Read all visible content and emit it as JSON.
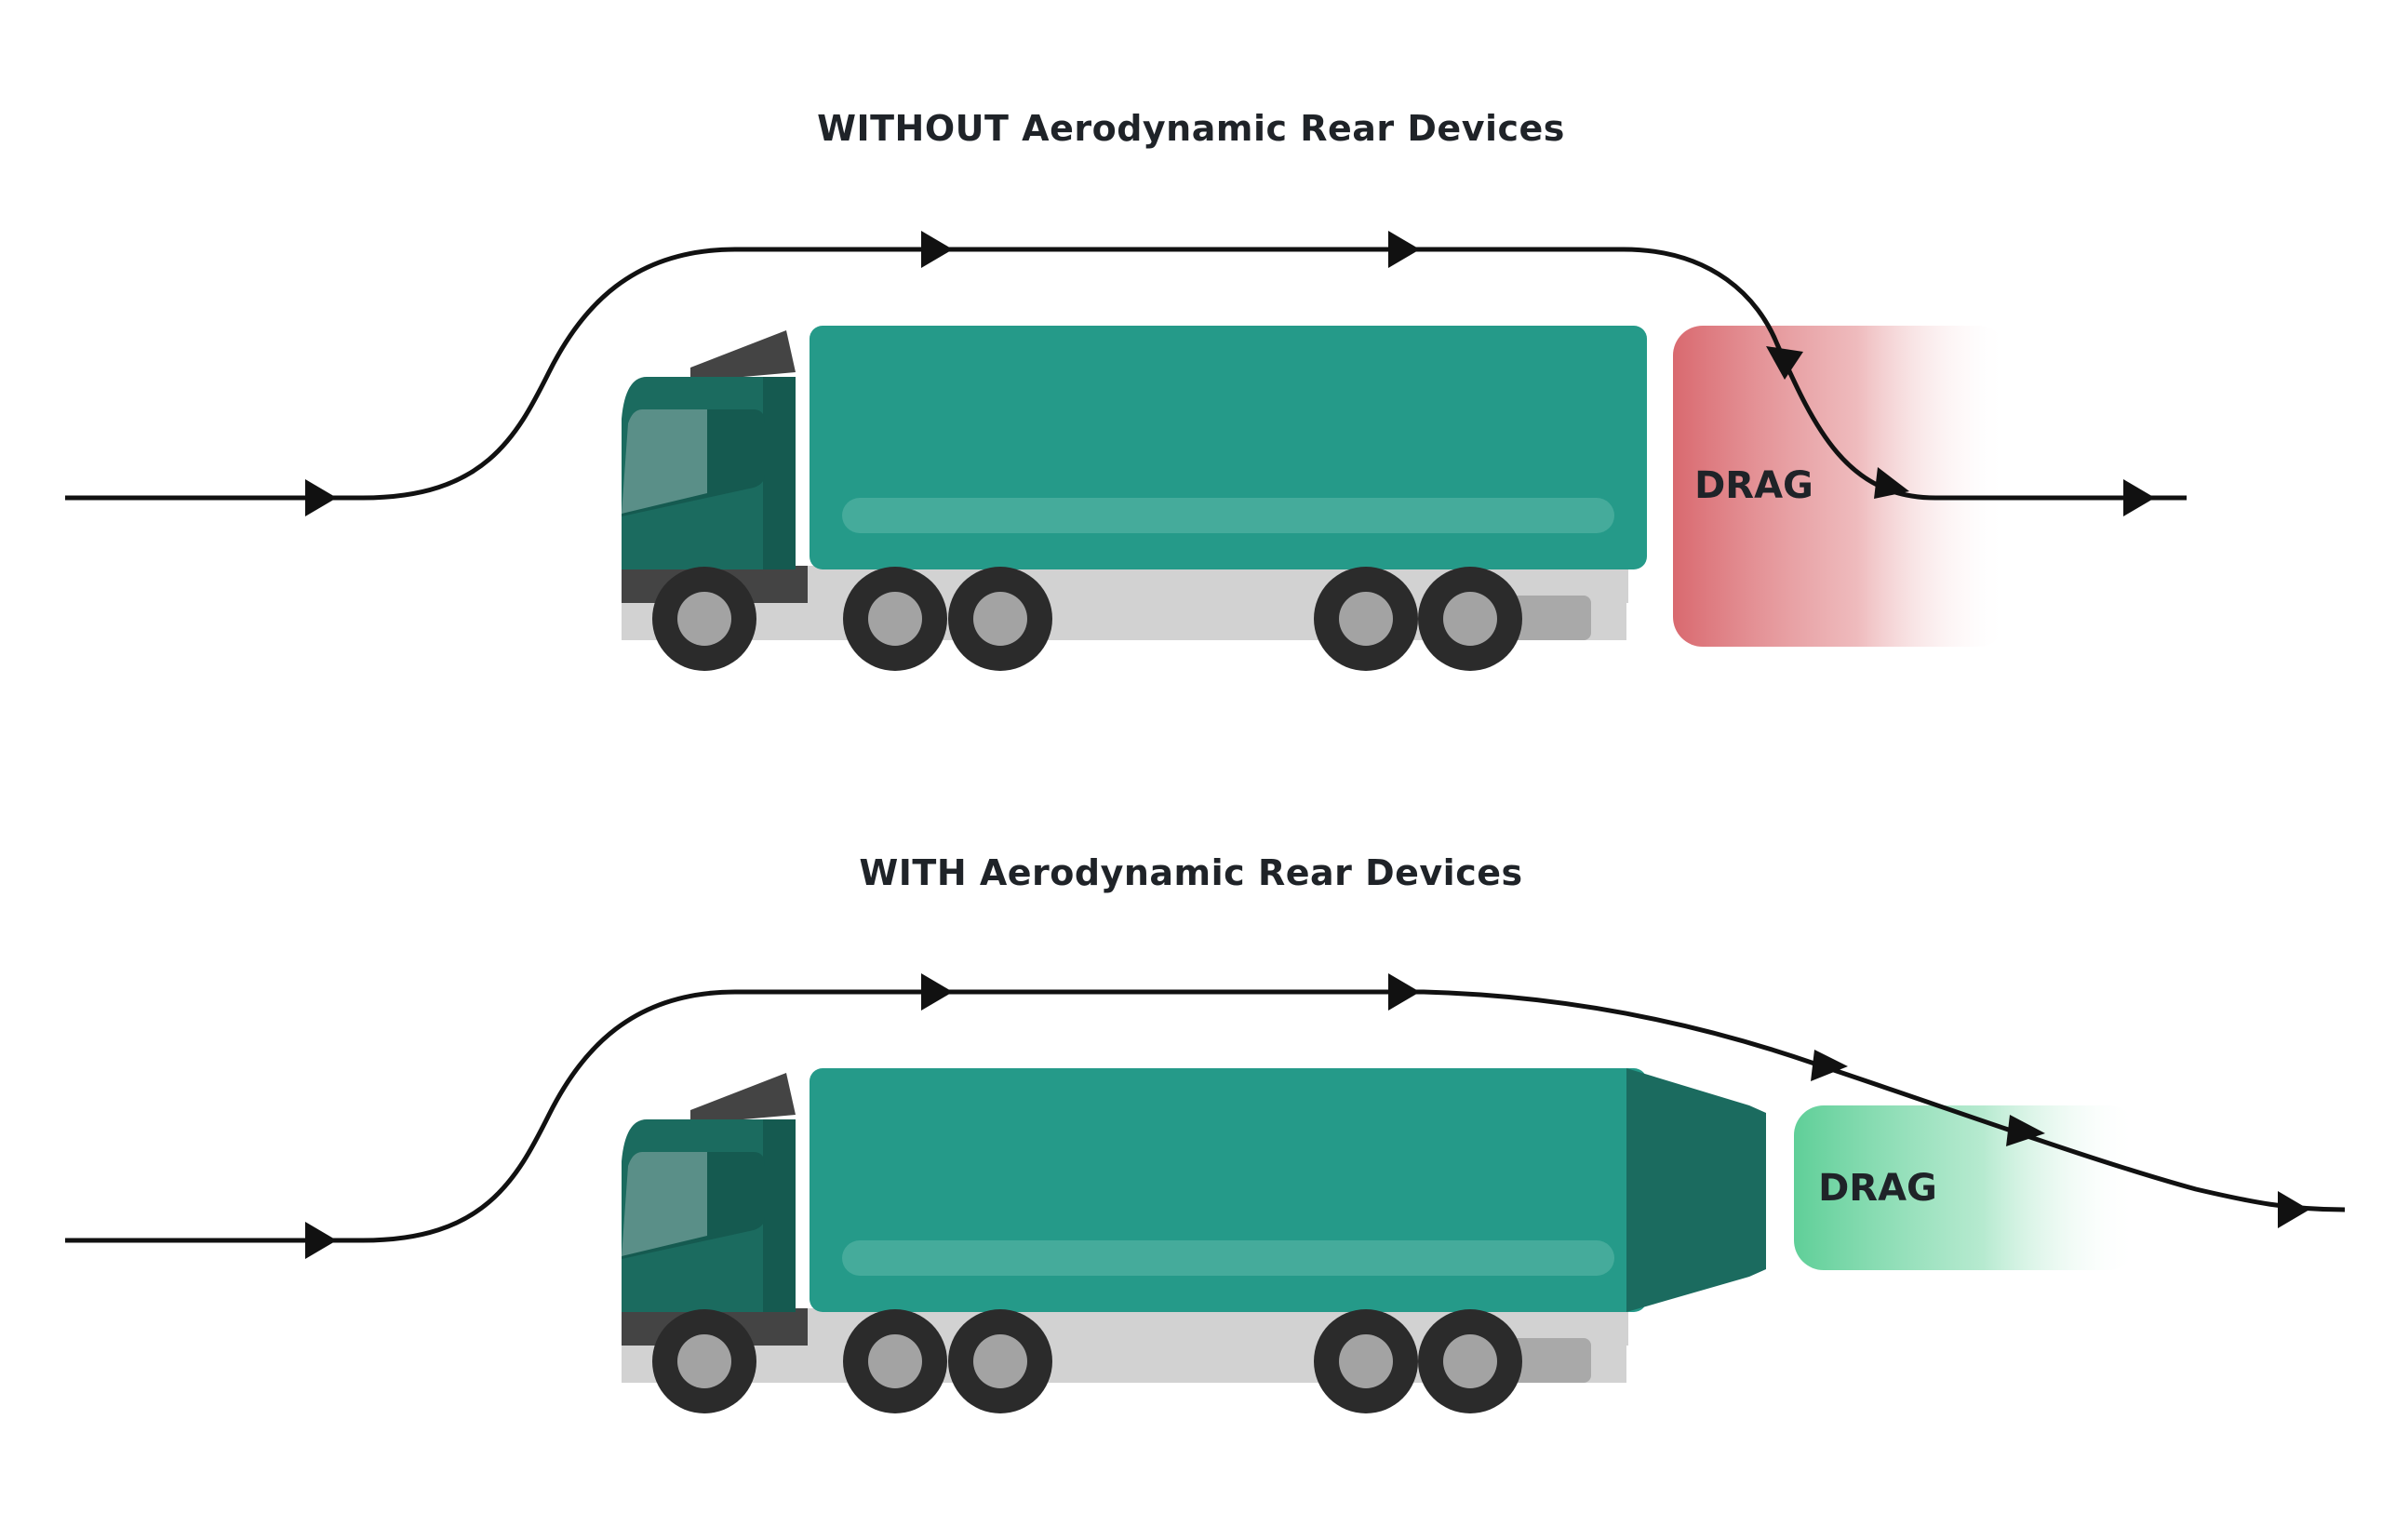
{
  "panels": [
    {
      "title": "WITHOUT Aerodynamic Rear Devices",
      "drag_label": "DRAG",
      "drag_color": "#d9696f"
    },
    {
      "title": "WITH Aerodynamic Rear Devices",
      "drag_label": "DRAG",
      "drag_color": "#5fcf98"
    }
  ],
  "colors": {
    "trailer": "#259a89",
    "trailer_stripe": "#45ab9b",
    "cab": "#1b6b5f",
    "rear_device": "#1b6b5f",
    "cab_roof": "#444444",
    "chassis": "#d2d2d2",
    "tire": "#2b2b2b",
    "hub": "#a3a3a3",
    "airflow": "#111111"
  }
}
